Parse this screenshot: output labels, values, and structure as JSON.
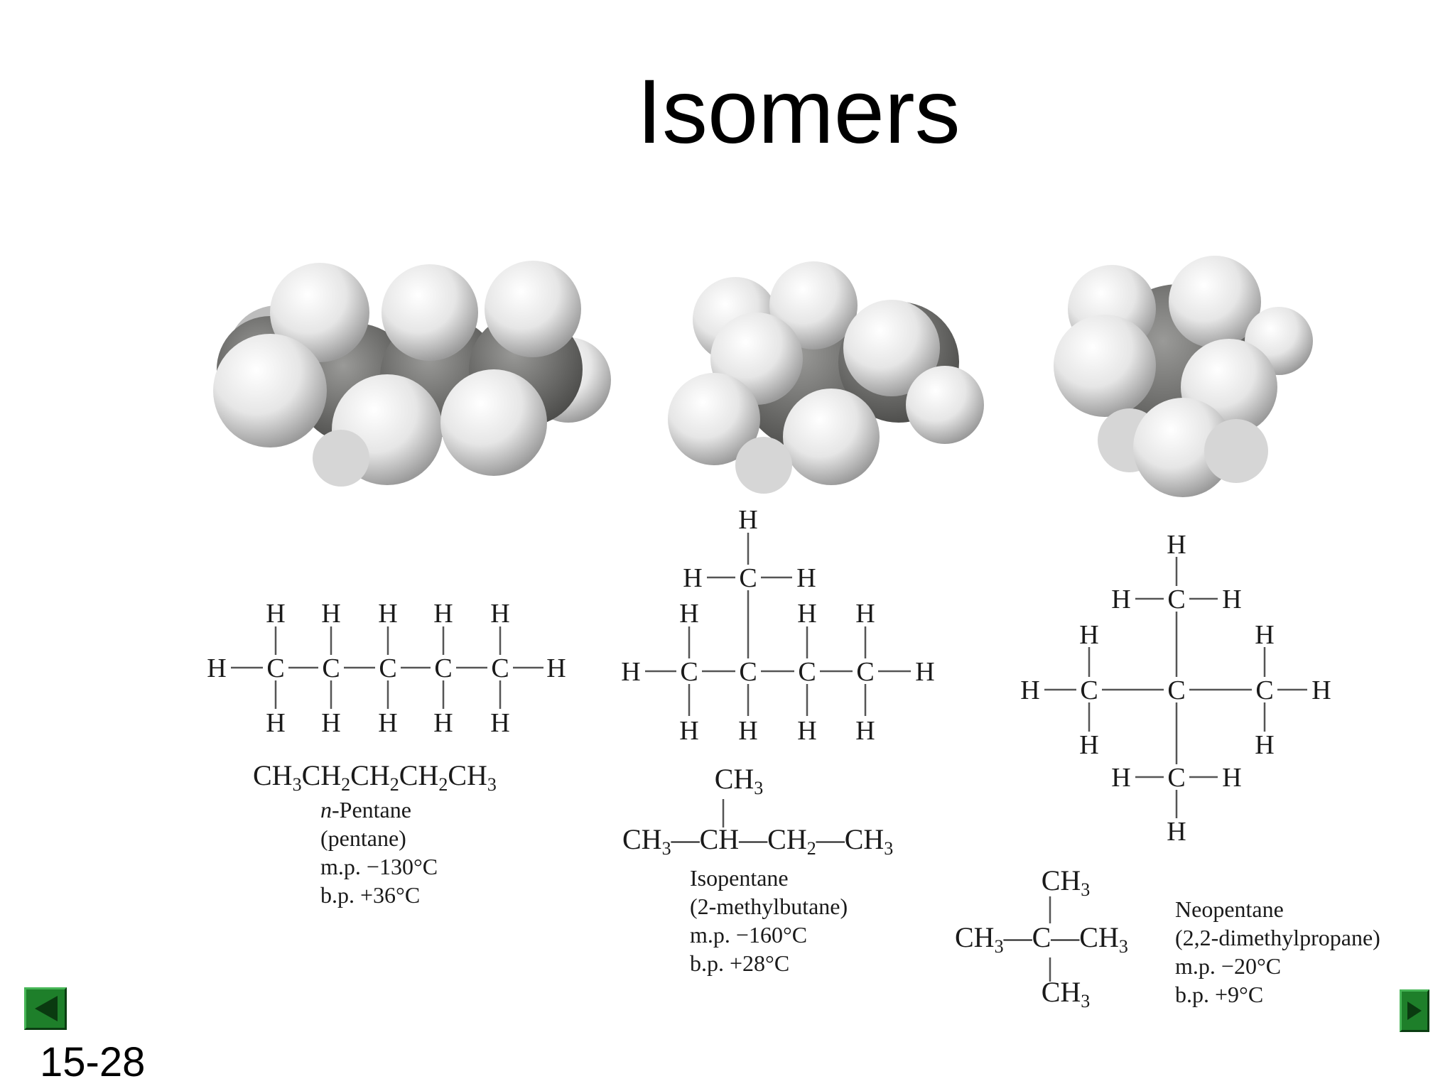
{
  "slide": {
    "title": "Isomers",
    "number": "15-28"
  },
  "navigation": {
    "prev_label": "previous slide",
    "next_label": "next slide"
  },
  "molecules": [
    {
      "id": "n-pentane",
      "condensed_formula": "CH3CH2CH2CH2CH3",
      "name": "n-Pentane",
      "alt_name": "(pentane)",
      "mp": "m.p. −130°C",
      "bp": "b.p. +36°C"
    },
    {
      "id": "isopentane",
      "condensed_top": "CH3",
      "condensed_main": "CH3—CH—CH2—CH3",
      "name": "Isopentane",
      "alt_name": "(2-methylbutane)",
      "mp": "m.p. −160°C",
      "bp": "b.p. +28°C"
    },
    {
      "id": "neopentane",
      "condensed_top": "CH3",
      "condensed_main": "CH3—C—CH3",
      "condensed_bottom": "CH3",
      "name": "Neopentane",
      "alt_name": "(2,2-dimethylpropane)",
      "mp": "m.p. −20°C",
      "bp": "b.p. +9°C"
    }
  ],
  "atoms": {
    "hydrogen": "H",
    "carbon": "C"
  },
  "colors": {
    "nav_green": "#1e7f2a",
    "carbon_gray": "#6a6a68",
    "hydrogen_white": "#eeeeee"
  }
}
